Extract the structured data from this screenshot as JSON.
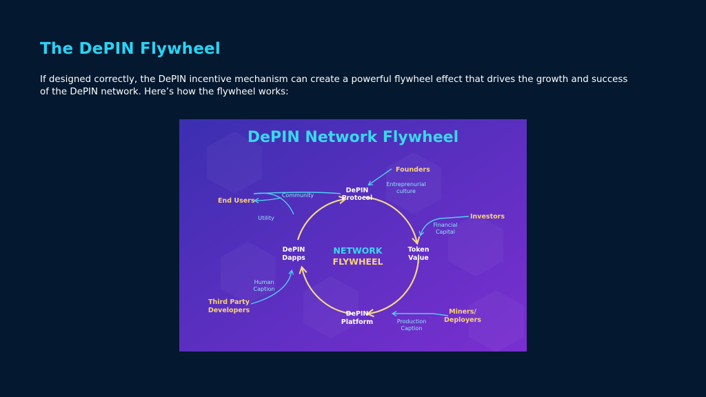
{
  "slide": {
    "title": "The DePIN Flywheel",
    "body": "If designed correctly, the DePIN incentive mechanism can create a powerful flywheel effect that drives the growth and success of the DePIN network. Here’s how the flywheel works:"
  },
  "diagram": {
    "title": "DePIN Network Flywheel",
    "center": [
      "NETWORK",
      "FLYWHEEL"
    ],
    "nodes": {
      "protocol": [
        "DePIN",
        "Protocol"
      ],
      "token": [
        "Token",
        "Value"
      ],
      "platform": [
        "DePIN",
        "Platform"
      ],
      "dapps": [
        "DePIN",
        "Dapps"
      ]
    },
    "actors": {
      "founders": [
        "Founders"
      ],
      "investors": [
        "Investors"
      ],
      "miners": [
        "Miners/",
        "Deployers"
      ],
      "developers": [
        "Third Party",
        "Developers"
      ],
      "end_users": [
        "End Users"
      ]
    },
    "edge_labels": {
      "entrepreneurial": [
        "Entreprenurial",
        "culture"
      ],
      "financial": [
        "Financial",
        "Capital"
      ],
      "production": [
        "Production",
        "Caption"
      ],
      "human": [
        "Human",
        "Caption"
      ],
      "community": [
        "Community"
      ],
      "utility": [
        "Utility"
      ]
    },
    "colors": {
      "background_start": "#3b2fb0",
      "background_end": "#7a2fd0",
      "title": "#3ad7ea",
      "ring": "#f5d98a",
      "connector": "#4fd1f2",
      "actor_text": "#f8d27c",
      "edge_text": "#8fe6f7",
      "node_text": "#ffffff",
      "center_line1": "#3ad7ea",
      "center_line2": "#f8d27c"
    }
  }
}
